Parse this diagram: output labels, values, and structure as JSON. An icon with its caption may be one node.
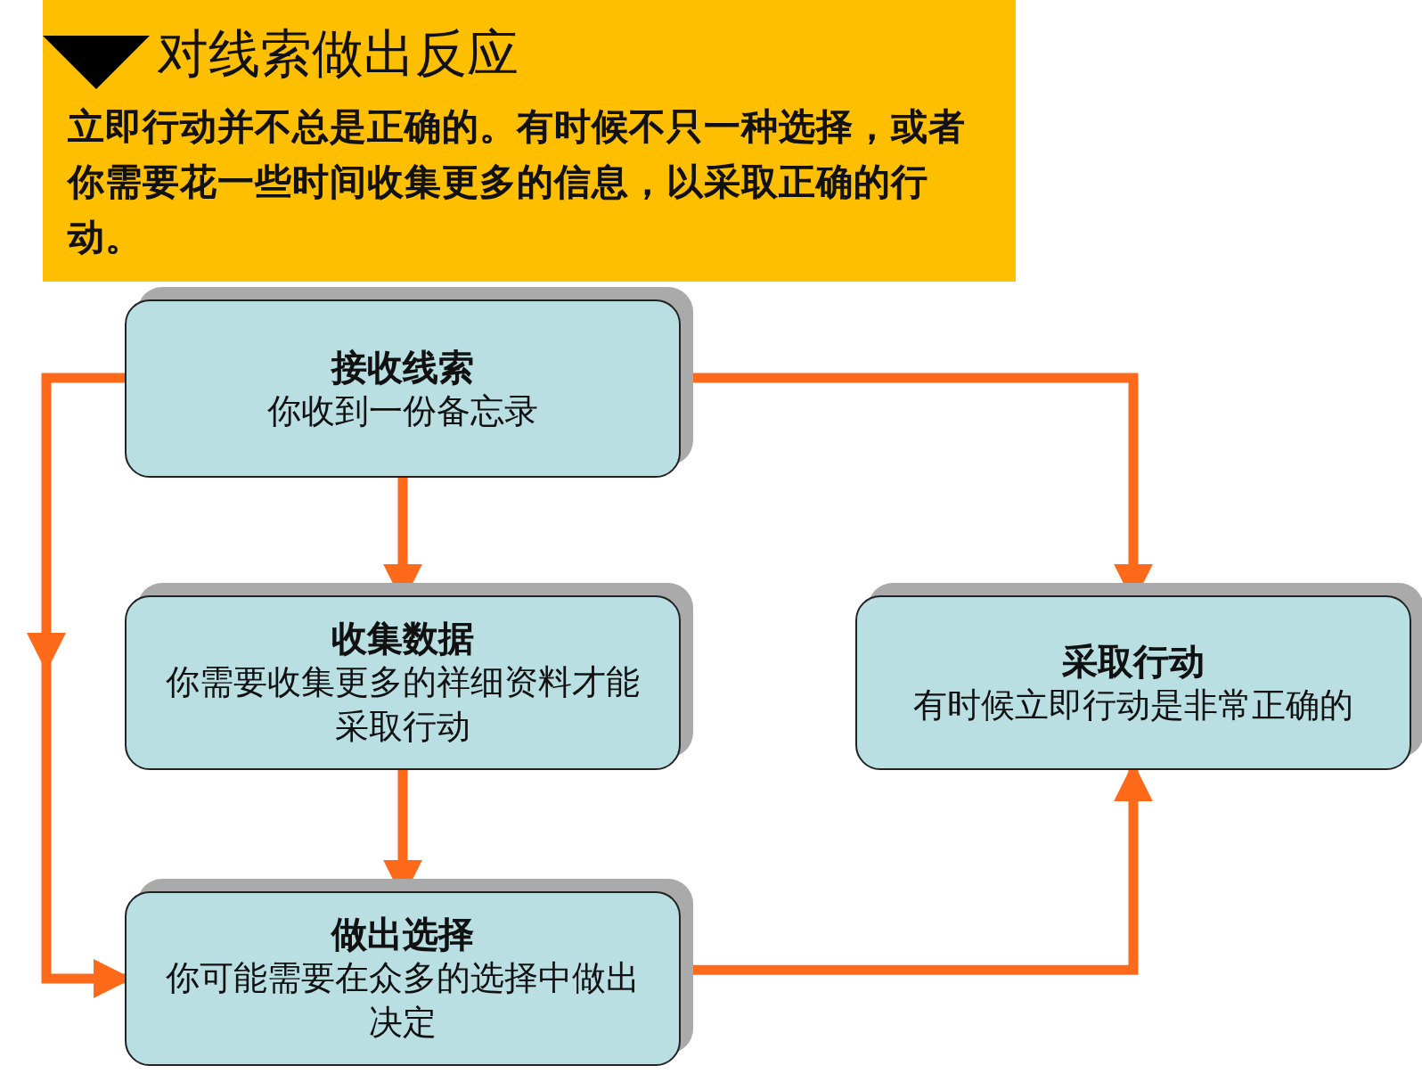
{
  "diagram": {
    "nodes": [
      {
        "text": [
          "对线索做出反应",
          "立即行动并不总是正确的。有时候不只一种选择，或者你需要花一些时间收集更多的信息，以采取正确的行动。"
        ]
      },
      {
        "text": [
          "接收线索",
          "你收到一份备忘录"
        ]
      },
      {
        "text": [
          "收集数据",
          "你需要收集更多的祥细资料才能采取行动"
        ]
      },
      {
        "text": [
          "采取行动",
          "有时候立即行动是非常正确的"
        ]
      },
      {
        "text": [
          "做出选择",
          "你可能需要在众多的选择中做出决定"
        ]
      }
    ],
    "edges": [
      {
        "from": 1,
        "to": 2,
        "arrow": "to"
      },
      {
        "from": 2,
        "to": 4,
        "arrow": "to"
      },
      {
        "from": 1,
        "to": 4,
        "arrow": "to"
      },
      {
        "from": 1,
        "to": 3,
        "arrow": "to"
      },
      {
        "from": 4,
        "to": 3,
        "arrow": "to"
      }
    ]
  }
}
